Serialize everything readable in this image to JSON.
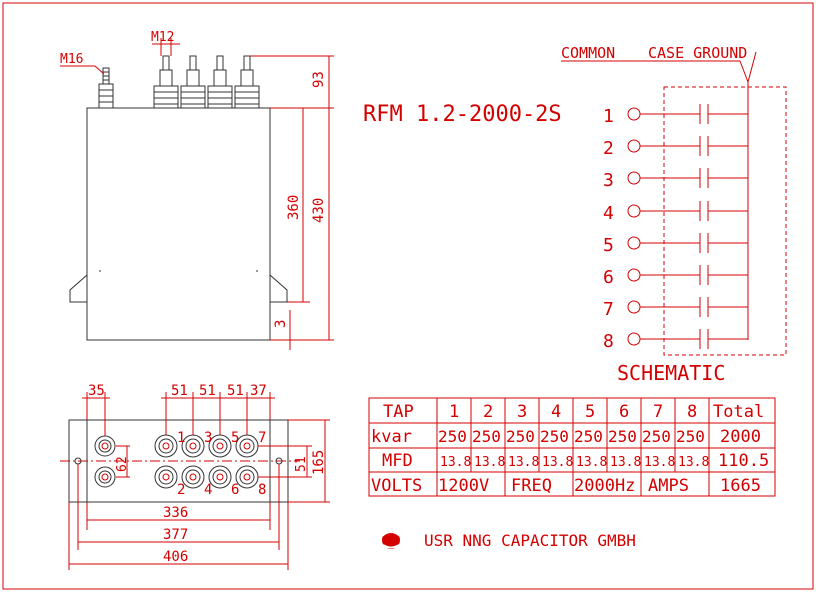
{
  "side_view": {
    "terminal_m16": "M16",
    "terminal_m12": "M12",
    "dim_top": "93",
    "dim_body": "360",
    "dim_total": "430",
    "dim_base": "3"
  },
  "top_view": {
    "dim_35": "35",
    "dim_51a": "51",
    "dim_51b": "51",
    "dim_51c": "51",
    "dim_37": "37",
    "dim_62": "62",
    "dim_51v": "51",
    "dim_165": "165",
    "dim_336": "336",
    "dim_377": "377",
    "dim_406": "406",
    "tap_top": [
      "1",
      "3",
      "5",
      "7"
    ],
    "tap_bottom": [
      "2",
      "4",
      "6",
      "8"
    ]
  },
  "schematic": {
    "model": "RFM 1.2-2000-2S",
    "common_label": "COMMON",
    "ground_label": "CASE GROUND",
    "caption": "SCHEMATIC",
    "taps": [
      "1",
      "2",
      "3",
      "4",
      "5",
      "6",
      "7",
      "8"
    ]
  },
  "spec_table": {
    "header": [
      "TAP",
      "1",
      "2",
      "3",
      "4",
      "5",
      "6",
      "7",
      "8",
      "Total"
    ],
    "kvar": [
      "kvar",
      "250",
      "250",
      "250",
      "250",
      "250",
      "250",
      "250",
      "250",
      "2000"
    ],
    "mfd": [
      "MFD",
      "13.8",
      "13.8",
      "13.8",
      "13.8",
      "13.8",
      "13.8",
      "13.8",
      "13.8",
      "110.5"
    ],
    "volts": {
      "volts_label": "VOLTS",
      "volts_value": "1200V",
      "freq_label": "FREQ",
      "freq_value": "2000Hz",
      "amps_label": "AMPS",
      "amps_value": "1665"
    }
  },
  "company": {
    "name": "USR NNG CAPACITOR GMBH",
    "logo": "company-logo"
  },
  "colors": {
    "line": "#d40000",
    "outline": "#333333",
    "background": "#ffffff"
  }
}
